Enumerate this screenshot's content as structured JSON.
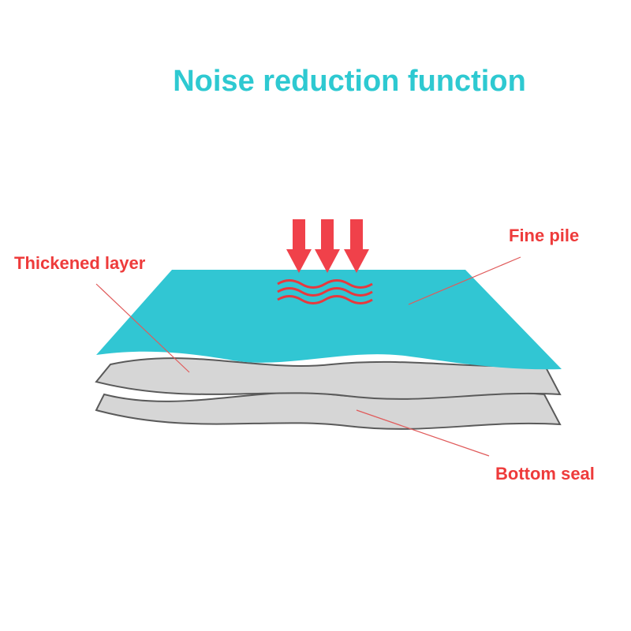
{
  "title": "Noise reduction function",
  "labels": {
    "fine_pile": "Fine pile",
    "thickened_layer": "Thickened layer",
    "bottom_seal": "Bottom seal"
  },
  "colors": {
    "title": "#2ec9d1",
    "top_layer": "#31c6d3",
    "middle_layers": "#d6d6d6",
    "accent_red": "#f0414a",
    "label_red": "#ee3b3b",
    "leader_line": "#e05a5a"
  },
  "icons": {
    "arrows": "down-arrow-icon",
    "waves": "sound-wave-icon"
  }
}
